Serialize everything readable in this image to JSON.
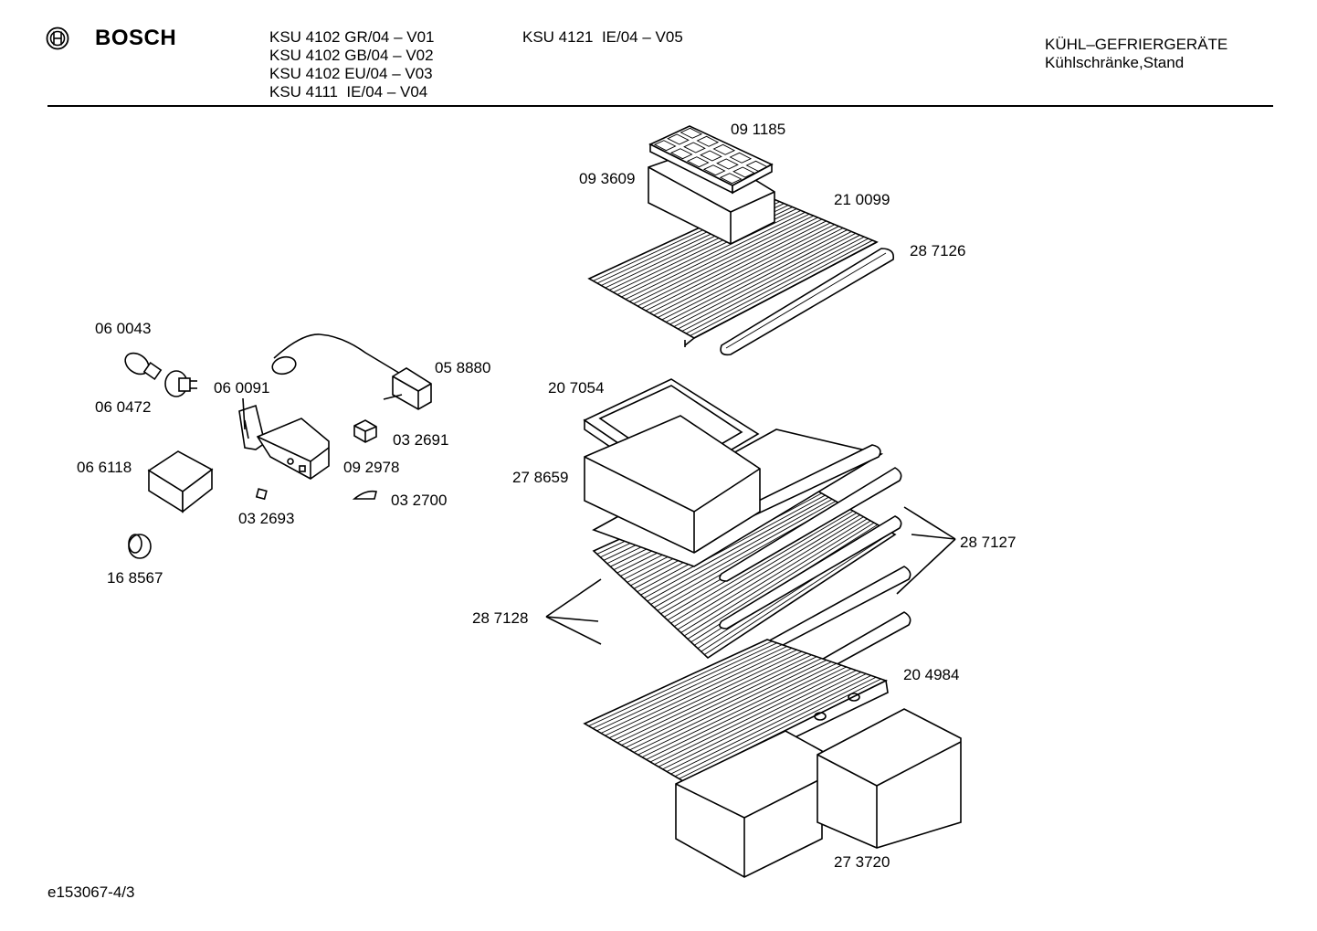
{
  "header": {
    "brand": "BOSCH",
    "models_col1": [
      "KSU 4102 GR/04 – V01",
      "KSU 4102 GB/04 – V02",
      "KSU 4102 EU/04 – V03",
      "KSU 4111  IE/04 – V04"
    ],
    "models_col2": [
      "KSU 4121  IE/04 – V05"
    ],
    "category": "KÜHL–GEFRIERGERÄTE",
    "subcategory": "Kühlschränke,Stand"
  },
  "footer": {
    "doc_id": "e153067-4/3"
  },
  "parts": [
    {
      "id": "p_091185",
      "label": "09 1185"
    },
    {
      "id": "p_093609",
      "label": "09 3609"
    },
    {
      "id": "p_210099",
      "label": "21 0099"
    },
    {
      "id": "p_287126",
      "label": "28 7126"
    },
    {
      "id": "p_060043",
      "label": "06 0043"
    },
    {
      "id": "p_058880",
      "label": "05 8880"
    },
    {
      "id": "p_060091",
      "label": "06 0091"
    },
    {
      "id": "p_060472",
      "label": "06 0472"
    },
    {
      "id": "p_207054",
      "label": "20 7054"
    },
    {
      "id": "p_032691",
      "label": "03 2691"
    },
    {
      "id": "p_066118",
      "label": "06 6118"
    },
    {
      "id": "p_092978",
      "label": "09 2978"
    },
    {
      "id": "p_278659",
      "label": "27 8659"
    },
    {
      "id": "p_032700",
      "label": "03 2700"
    },
    {
      "id": "p_032693",
      "label": "03 2693"
    },
    {
      "id": "p_287127",
      "label": "28 7127"
    },
    {
      "id": "p_168567",
      "label": "16 8567"
    },
    {
      "id": "p_287128",
      "label": "28 7128"
    },
    {
      "id": "p_204984",
      "label": "20 4984"
    },
    {
      "id": "p_273720",
      "label": "27 3720"
    }
  ]
}
